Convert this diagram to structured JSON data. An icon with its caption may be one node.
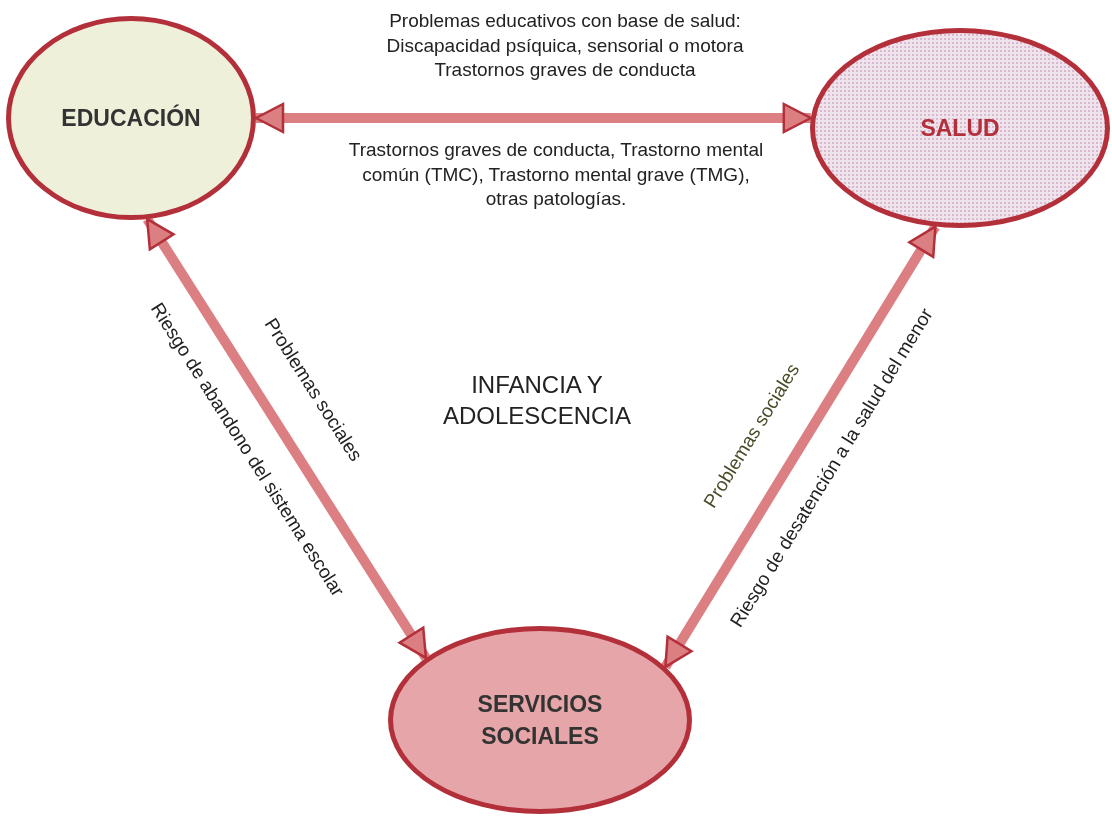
{
  "diagram": {
    "nodes": [
      {
        "text": [
          "EDUCACIÓN"
        ]
      },
      {
        "text": [
          "SALUD"
        ]
      },
      {
        "text": [
          "SERVICIOS SOCIALES"
        ]
      }
    ],
    "edges": [
      {
        "from": 0,
        "to": 1,
        "arrow": "both",
        "label": "Problemas educativos con base de salud: Discapacidad psíquica, sensorial o motora Trastornos graves de conducta"
      },
      {
        "from": 0,
        "to": 2,
        "arrow": "both",
        "label": "Problemas sociales"
      },
      {
        "from": 1,
        "to": 2,
        "arrow": "both",
        "label": "Problemas sociales"
      }
    ],
    "labels": [
      "Trastornos graves de conducta, Trastorno mental común (TMC), Trastorno mental grave (TMG), otras patologías.",
      "Riesgo de abandono del sistema escolar",
      "INFANCIA Y ADOLESCENCIA",
      "Riesgo de desatención a la salud del menor"
    ]
  }
}
